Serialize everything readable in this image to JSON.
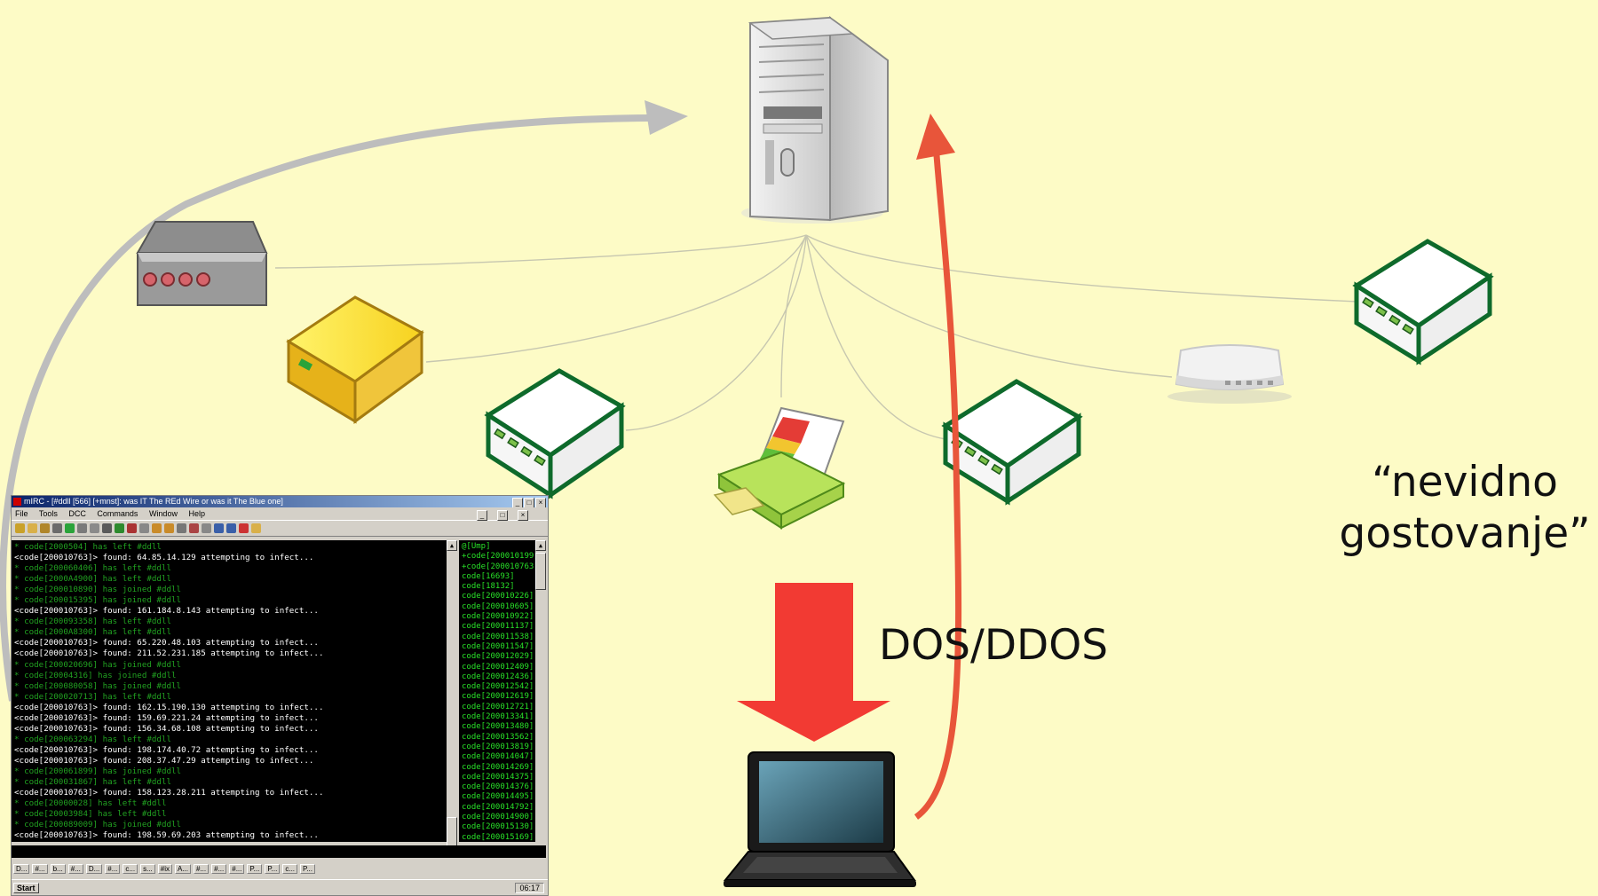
{
  "labels": {
    "dos": "DOS/DDOS",
    "nevidno_line1": "“nevidno",
    "nevidno_line2": "gostovanje”"
  },
  "icons": {
    "server": "server-tower-icon",
    "modem": "modem-icon",
    "drive": "external-drive-icon",
    "router": "router-icon",
    "printer": "printer-icon",
    "switch": "network-switch-icon",
    "laptop": "laptop-icon"
  },
  "colors": {
    "background": "#fdfbc6",
    "gray_arrow": "#bdbdbd",
    "red_arrow": "#e8553a",
    "dos_arrow": "#f23a33"
  },
  "mirc": {
    "title": "mIRC - [#ddll [566] [+mnst]: was IT The REd Wire or was it The Blue one]",
    "menu": [
      "File",
      "Tools",
      "DCC",
      "Commands",
      "Window",
      "Help"
    ],
    "chat_lines": [
      {
        "text": "* code[2000504] has left #ddll",
        "sys": true
      },
      {
        "text": "<code[200010763]> found: 64.85.14.129 attempting to infect...",
        "sys": false
      },
      {
        "text": "* code[200060406] has left #ddll",
        "sys": true
      },
      {
        "text": "* code[2000A4900] has left #ddll",
        "sys": true
      },
      {
        "text": "* code[200010890] has joined #ddll",
        "sys": true
      },
      {
        "text": "* code[200015395] has joined #ddll",
        "sys": true
      },
      {
        "text": "<code[200010763]> found: 161.184.8.143 attempting to infect...",
        "sys": false
      },
      {
        "text": "* code[200093358] has left #ddll",
        "sys": true
      },
      {
        "text": "* code[2000A8300] has left #ddll",
        "sys": true
      },
      {
        "text": "<code[200010763]> found: 65.220.48.103 attempting to infect...",
        "sys": false
      },
      {
        "text": "<code[200010763]> found: 211.52.231.185 attempting to infect...",
        "sys": false
      },
      {
        "text": "* code[200020696] has joined #ddll",
        "sys": true
      },
      {
        "text": "* code[20004316] has joined #ddll",
        "sys": true
      },
      {
        "text": "* code[200080058] has joined #ddll",
        "sys": true
      },
      {
        "text": "* code[200020713] has left #ddll",
        "sys": true
      },
      {
        "text": "<code[200010763]> found: 162.15.190.130 attempting to infect...",
        "sys": false
      },
      {
        "text": "<code[200010763]> found: 159.69.221.24 attempting to infect...",
        "sys": false
      },
      {
        "text": "<code[200010763]> found: 156.34.68.108 attempting to infect...",
        "sys": false
      },
      {
        "text": "* code[200063294] has left #ddll",
        "sys": true
      },
      {
        "text": "<code[200010763]> found: 198.174.40.72 attempting to infect...",
        "sys": false
      },
      {
        "text": "<code[200010763]> found: 208.37.47.29 attempting to infect...",
        "sys": false
      },
      {
        "text": "* code[200061899] has joined #ddll",
        "sys": true
      },
      {
        "text": "* code[200031867] has left #ddll",
        "sys": true
      },
      {
        "text": "<code[200010763]> found: 158.123.28.211 attempting to infect...",
        "sys": false
      },
      {
        "text": "* code[20000028] has left #ddll",
        "sys": true
      },
      {
        "text": "* code[20003984] has left #ddll",
        "sys": true
      },
      {
        "text": "* code[200089009] has joined #ddll",
        "sys": true
      },
      {
        "text": "<code[200010763]> found: 198.59.69.203 attempting to infect...",
        "sys": false
      }
    ],
    "nicks": [
      "@[Ump]",
      "+code[200010199]",
      "+code[200010763]",
      "code[16693]",
      "code[18132]",
      "code[200010226]",
      "code[200010605]",
      "code[200010922]",
      "code[200011137]",
      "code[200011538]",
      "code[200011547]",
      "code[200012029]",
      "code[200012409]",
      "code[200012436]",
      "code[200012542]",
      "code[200012619]",
      "code[200012721]",
      "code[200013341]",
      "code[200013480]",
      "code[200013562]",
      "code[200013819]",
      "code[200014047]",
      "code[200014269]",
      "code[200014375]",
      "code[200014376]",
      "code[200014495]",
      "code[200014792]",
      "code[200014900]",
      "code[200015130]",
      "code[200015169]"
    ],
    "switchbar": [
      "D...",
      "#...",
      "b...",
      "#...",
      "D...",
      "#...",
      "c...",
      "s...",
      "#ix",
      "A...",
      "#...",
      "#...",
      "#...",
      "P...",
      "P...",
      "c...",
      "P..."
    ],
    "start_label": "Start",
    "tray_time": "06:17"
  }
}
